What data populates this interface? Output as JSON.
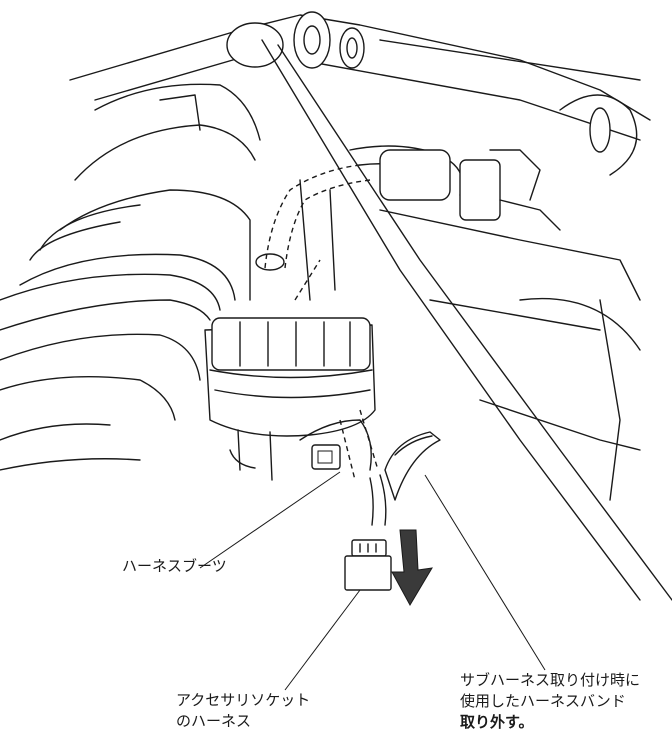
{
  "labels": {
    "harness_boot": "ハーネスブーツ",
    "accessory_socket_harness_line1": "アクセサリソケット",
    "accessory_socket_harness_line2": "のハーネス",
    "harness_band_line1": "サブハーネス取り付け時に",
    "harness_band_line2": "使用したハーネスバンド",
    "harness_band_line3": "取り外す。"
  },
  "colors": {
    "line": "#1a1a1a",
    "arrow": "#3a3a3a",
    "background": "#ffffff"
  }
}
